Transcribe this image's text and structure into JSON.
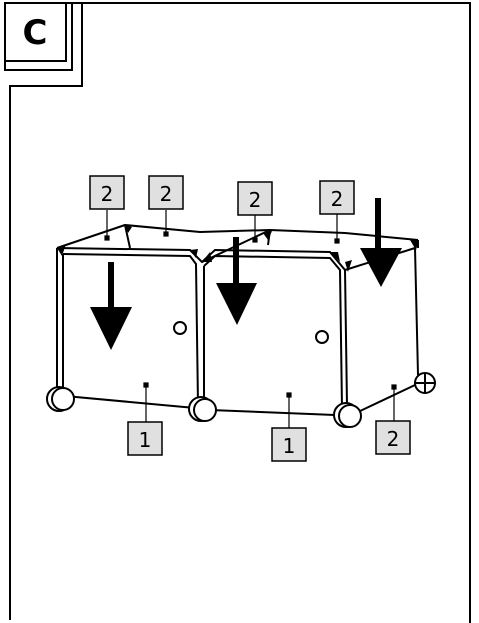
{
  "step": {
    "letter": "C"
  },
  "callouts": [
    {
      "label": "2"
    },
    {
      "label": "2"
    },
    {
      "label": "2"
    },
    {
      "label": "2"
    },
    {
      "label": "1"
    },
    {
      "label": "1"
    },
    {
      "label": "2"
    }
  ],
  "colors": {
    "line": "#000000",
    "callout_fill": "#e0e0e0",
    "background": "#ffffff"
  }
}
